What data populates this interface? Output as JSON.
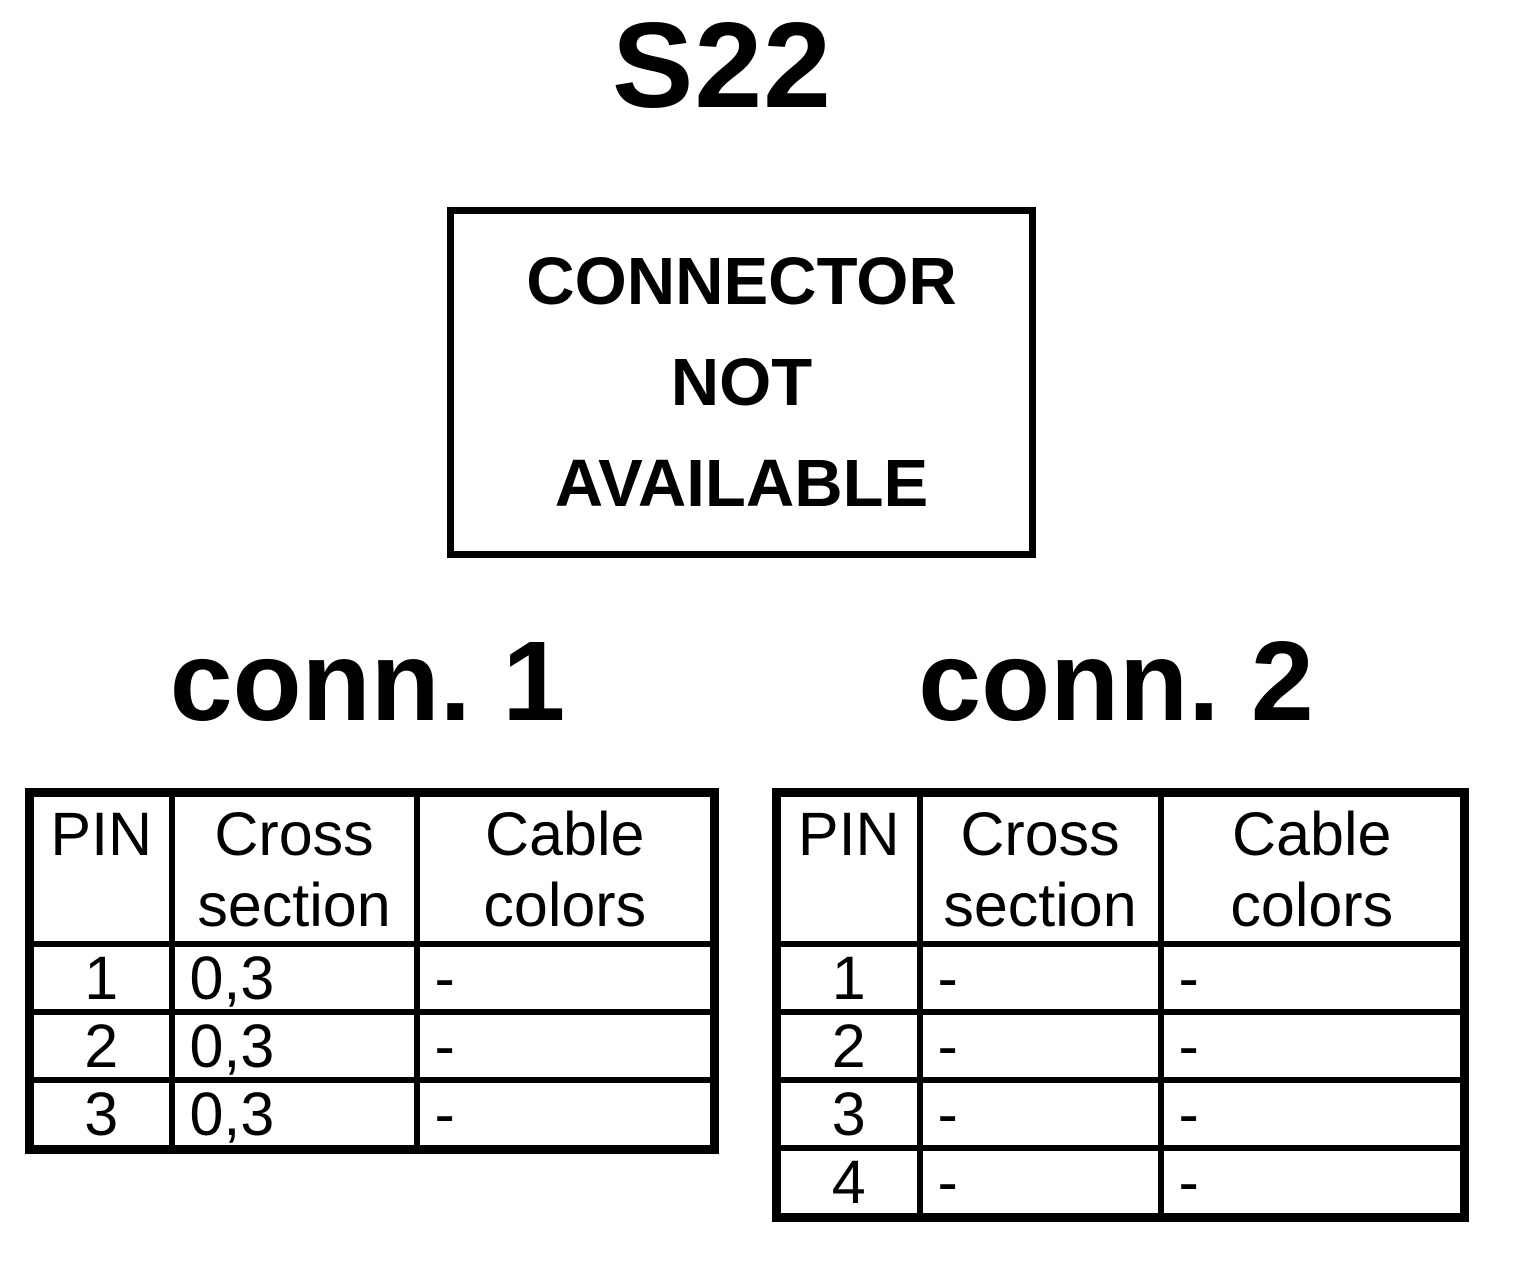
{
  "page": {
    "title": "S22"
  },
  "colors": {
    "ink": "#000000",
    "background": "#ffffff"
  },
  "notice": {
    "text": "CONNECTOR NOT AVAILABLE",
    "lines": [
      "CONNECTOR",
      "NOT",
      "AVAILABLE"
    ]
  },
  "tables": [
    {
      "title": "conn. 1",
      "columns": [
        "PIN",
        "Cross section",
        "Cable colors"
      ],
      "rows": [
        [
          "1",
          "0,3",
          "-"
        ],
        [
          "2",
          "0,3",
          "-"
        ],
        [
          "3",
          "0,3",
          "-"
        ]
      ]
    },
    {
      "title": "conn. 2",
      "columns": [
        "PIN",
        "Cross section",
        "Cable colors"
      ],
      "rows": [
        [
          "1",
          "-",
          "-"
        ],
        [
          "2",
          "-",
          "-"
        ],
        [
          "3",
          "-",
          "-"
        ],
        [
          "4",
          "-",
          "-"
        ]
      ]
    }
  ]
}
